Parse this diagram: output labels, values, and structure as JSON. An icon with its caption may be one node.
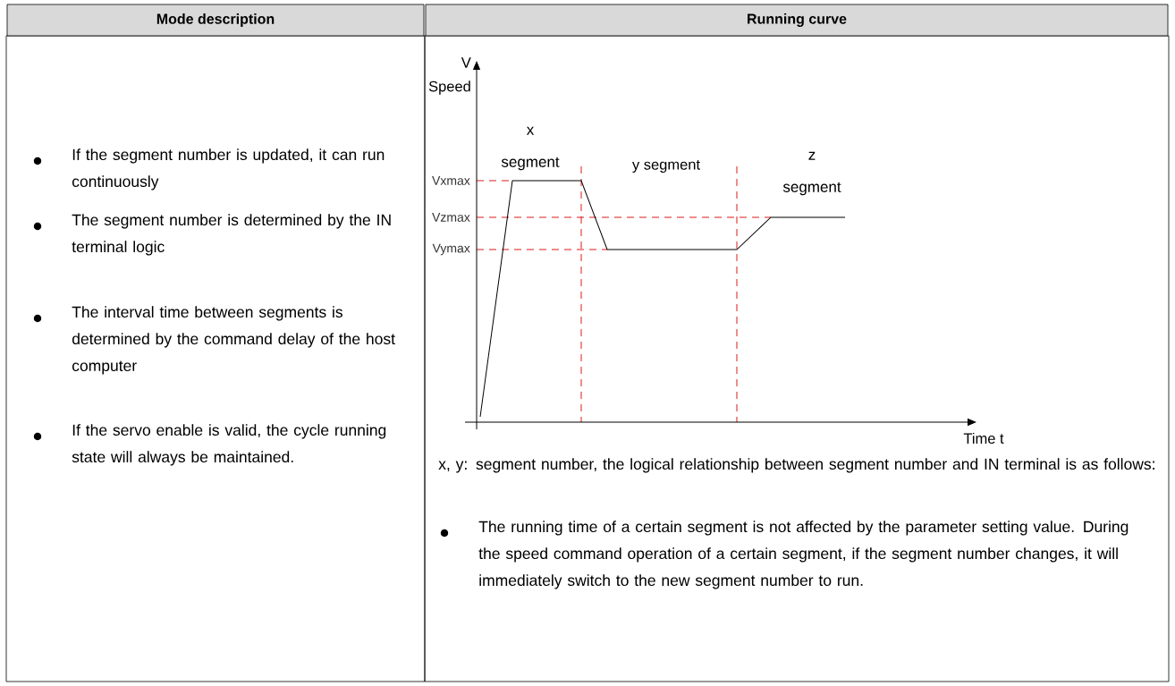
{
  "diagram": {
    "labels": [
      "Mode description",
      "Running curve",
      "If the segment number is updated, it can run continuously",
      "The segment number is determined by the IN terminal logic",
      "The interval time between segments is determined by the command delay of the host computer",
      "If the servo enable is valid, the cycle running state will always be maintained.",
      "V",
      "Speed",
      "x segment",
      "y segment",
      "z segment",
      "Vxmax",
      "Vzmax",
      "Vymax",
      "Time t",
      "x, y: segment number, the logical relationship between segment number and IN terminal is as follows:",
      "The running time of a certain segment is not affected by the parameter setting value. During the speed command operation of a certain segment, if the segment number changes, it will immediately switch to the new segment number to run."
    ]
  }
}
